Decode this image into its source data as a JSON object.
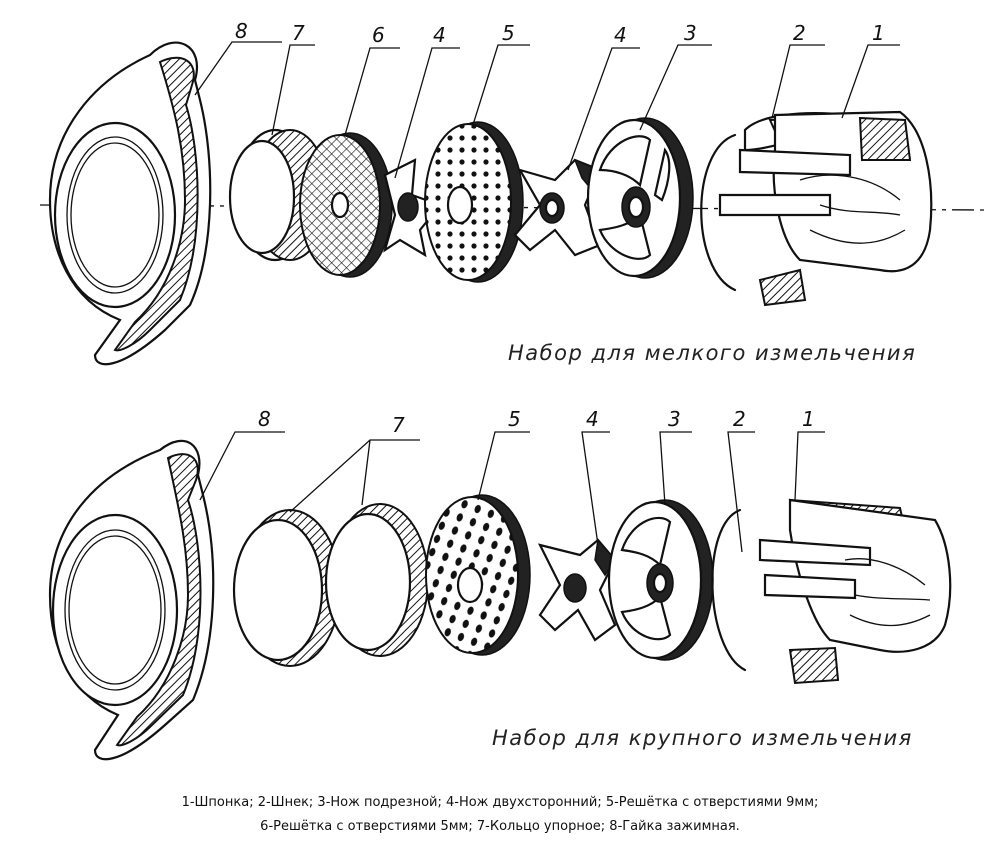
{
  "top_set": {
    "title": "Набор для мелкого измельчения",
    "labels": [
      "8",
      "7",
      "6",
      "4",
      "5",
      "4",
      "3",
      "2",
      "1"
    ]
  },
  "bottom_set": {
    "title": "Набор для крупного измельчения",
    "labels": [
      "8",
      "7",
      "5",
      "4",
      "3",
      "2",
      "1"
    ]
  },
  "caption": {
    "line1": "1-Шпонка; 2-Шнек; 3-Нож подрезной; 4-Нож двухсторонний; 5-Решётка с отверстиями 9мм;",
    "line2": "6-Решётка с отверстиями 5мм; 7-Кольцо упорное; 8-Гайка зажимная."
  }
}
